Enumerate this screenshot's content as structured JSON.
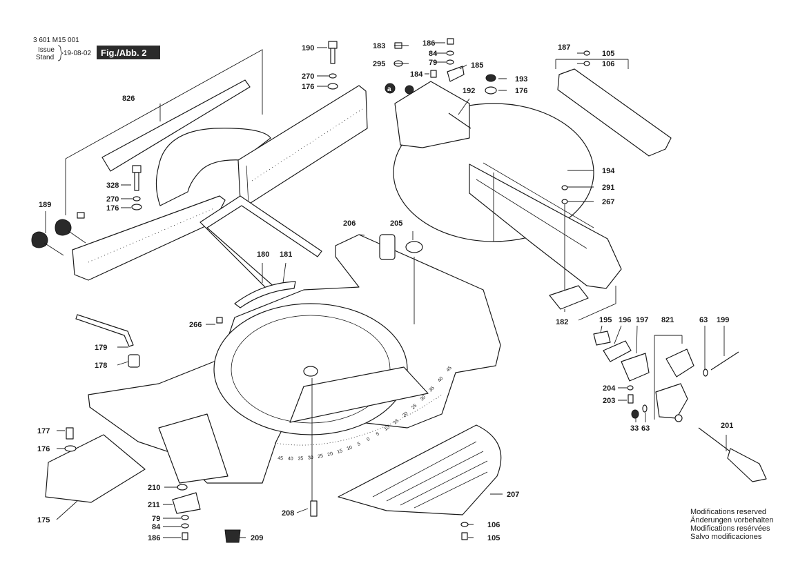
{
  "header": {
    "part_number": "3 601 M15 001",
    "issue_label": "Issue",
    "stand_label": "Stand",
    "date": "19-08-02",
    "figure": "Fig./Abb. 2"
  },
  "callout_a": "a",
  "callouts": [
    {
      "id": "190",
      "text": "190"
    },
    {
      "id": "270a",
      "text": "270"
    },
    {
      "id": "176a",
      "text": "176"
    },
    {
      "id": "826",
      "text": "826"
    },
    {
      "id": "328",
      "text": "328"
    },
    {
      "id": "270b",
      "text": "270"
    },
    {
      "id": "176b",
      "text": "176"
    },
    {
      "id": "189",
      "text": "189"
    },
    {
      "id": "183",
      "text": "183"
    },
    {
      "id": "295",
      "text": "295"
    },
    {
      "id": "186a",
      "text": "186"
    },
    {
      "id": "84a",
      "text": "84"
    },
    {
      "id": "79a",
      "text": "79"
    },
    {
      "id": "185",
      "text": "185"
    },
    {
      "id": "184",
      "text": "184"
    },
    {
      "id": "192",
      "text": "192"
    },
    {
      "id": "193",
      "text": "193"
    },
    {
      "id": "176c",
      "text": "176"
    },
    {
      "id": "187",
      "text": "187"
    },
    {
      "id": "105a",
      "text": "105"
    },
    {
      "id": "106a",
      "text": "106"
    },
    {
      "id": "194",
      "text": "194"
    },
    {
      "id": "291",
      "text": "291"
    },
    {
      "id": "267",
      "text": "267"
    },
    {
      "id": "206",
      "text": "206"
    },
    {
      "id": "205",
      "text": "205"
    },
    {
      "id": "180",
      "text": "180"
    },
    {
      "id": "181",
      "text": "181"
    },
    {
      "id": "182",
      "text": "182"
    },
    {
      "id": "266",
      "text": "266"
    },
    {
      "id": "179",
      "text": "179"
    },
    {
      "id": "178",
      "text": "178"
    },
    {
      "id": "195",
      "text": "195"
    },
    {
      "id": "196",
      "text": "196"
    },
    {
      "id": "197",
      "text": "197"
    },
    {
      "id": "821",
      "text": "821"
    },
    {
      "id": "63a",
      "text": "63"
    },
    {
      "id": "199",
      "text": "199"
    },
    {
      "id": "204",
      "text": "204"
    },
    {
      "id": "203",
      "text": "203"
    },
    {
      "id": "33",
      "text": "33"
    },
    {
      "id": "63b",
      "text": "63"
    },
    {
      "id": "201",
      "text": "201"
    },
    {
      "id": "177",
      "text": "177"
    },
    {
      "id": "176d",
      "text": "176"
    },
    {
      "id": "175",
      "text": "175"
    },
    {
      "id": "210",
      "text": "210"
    },
    {
      "id": "211",
      "text": "211"
    },
    {
      "id": "79b",
      "text": "79"
    },
    {
      "id": "84b",
      "text": "84"
    },
    {
      "id": "186b",
      "text": "186"
    },
    {
      "id": "208",
      "text": "208"
    },
    {
      "id": "209",
      "text": "209"
    },
    {
      "id": "207",
      "text": "207"
    },
    {
      "id": "106b",
      "text": "106"
    },
    {
      "id": "105b",
      "text": "105"
    }
  ],
  "scale_marks": [
    "45",
    "40",
    "35",
    "30",
    "25",
    "20",
    "15",
    "10",
    "5",
    "0",
    "5",
    "10",
    "15",
    "20",
    "25",
    "30",
    "35",
    "40",
    "45"
  ],
  "notes": [
    "Modifications reserved",
    "Änderungen vorbehalten",
    "Modifications resérvées",
    "Salvo modificaciones"
  ]
}
